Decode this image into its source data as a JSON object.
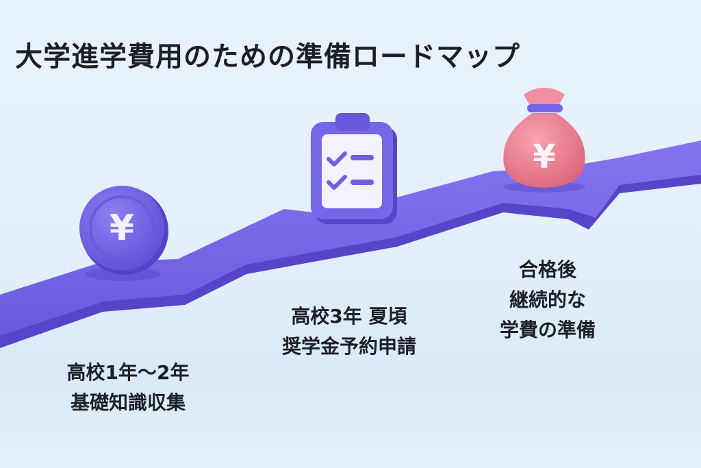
{
  "title": "大学進学費用のための準備ロードマップ",
  "steps": [
    {
      "line1": "高校1年～2年",
      "line2": "基礎知識収集",
      "icon": "yen-coin-icon"
    },
    {
      "line1": "高校3年 夏頃",
      "line2": "奨学金予約申請",
      "icon": "clipboard-checklist-icon"
    },
    {
      "line1": "合格後",
      "line2": "継続的な",
      "line3": "学費の準備",
      "icon": "money-bag-icon"
    }
  ],
  "icon_glyphs": {
    "yen": "¥"
  },
  "colors": {
    "road": "#7465e6",
    "road_side": "#5b4bcf",
    "coin": "#7a6bea",
    "clipboard": "#7666e8",
    "bag": "#ee8497",
    "title_text": "#1b1f26"
  }
}
